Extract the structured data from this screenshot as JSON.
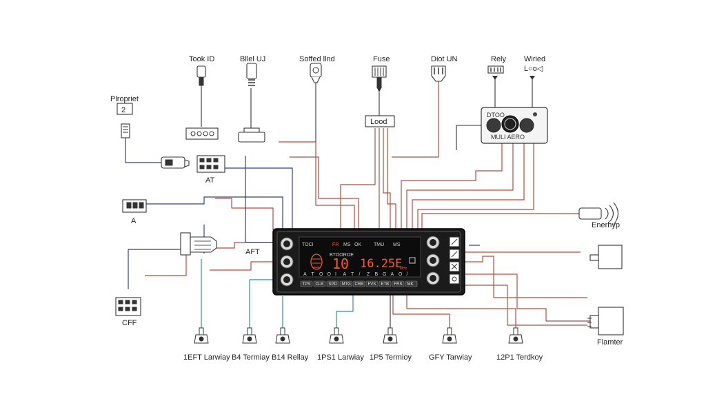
{
  "labels": {
    "top": [
      "Took ID",
      "Bllel UJ",
      "Soffed llnd",
      "Fuse",
      "Diot UN",
      "Rely",
      "Wiried"
    ],
    "proprier": "Plropriet",
    "proprier_num": "2",
    "fuse_block": "Lood",
    "wired_code": "L○o◁",
    "at": "AT",
    "a": "A",
    "aft": "AFT",
    "cff": "CFF",
    "enerhyp": "Enerhyp",
    "flamter": "Flamter",
    "module_title": "DTOO",
    "module_sub": "MULI AERO"
  },
  "head_unit": {
    "top_row": [
      "TOCI",
      "FR",
      "MS",
      "OK",
      "TMU",
      "MS"
    ],
    "sub_text": "BTOOROE",
    "channel": "10",
    "frequency": "16.25E",
    "freq_unit": "MHz",
    "digits_row": [
      "A",
      "T",
      "O",
      "O",
      "I",
      "A",
      "T",
      "/",
      "Z",
      "B",
      "G",
      "A",
      "O",
      "/"
    ],
    "buttons": [
      "TPS",
      "CLB",
      "SPD",
      "MTG",
      "CRB",
      "FVS",
      "ETB",
      "FRS",
      "MK"
    ]
  },
  "terminals": [
    "1EFT Larwiay",
    "B4 Termiay",
    "B14 Rellay",
    "1PS1 Larwiay",
    "1P5 Termioy",
    "GFY Tarwiay",
    "12P1 Terdkoy"
  ],
  "colors": {
    "wire_red": "#b84a3c",
    "wire_navy": "#33407a",
    "wire_teal": "#2f8fa8",
    "display_digits": "#ff5a1f"
  }
}
